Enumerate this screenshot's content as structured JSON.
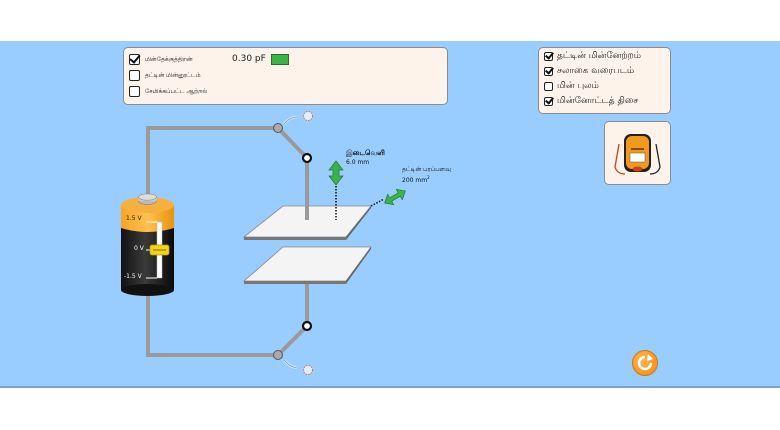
{
  "left_panel": {
    "items": [
      {
        "label": "மின்தேக்குத்திறன்",
        "checked": true,
        "value": "0.30 pF"
      },
      {
        "label": "தட்டின் மின்னூட்டம்",
        "checked": false
      },
      {
        "label": "சேமிக்கப்பட்ட ஆற்றல்",
        "checked": false
      }
    ],
    "capacitance_color": "#3cb34a"
  },
  "right_panel": {
    "items": [
      {
        "label": "தட்டின் மின்னேற்றம்",
        "checked": true
      },
      {
        "label": "சலாகை வரைபடம்",
        "checked": true
      },
      {
        "label": "மின் புலம்",
        "checked": false
      },
      {
        "label": "மின்னோட்டத் திசை",
        "checked": true
      }
    ]
  },
  "battery": {
    "top_label": "1.5 V",
    "mid_label": "0 V",
    "bottom_label": "-1.5 V",
    "voltage_fraction": 0.5
  },
  "separation": {
    "label": "இடைவெளி",
    "value": "6.0 mm"
  },
  "plate_area": {
    "label": "தட்டின் பரப்பளவு",
    "value": "200 mm",
    "unit_sup": "2"
  },
  "voltmeter": {
    "icon": "voltmeter-icon"
  },
  "reset": {
    "icon": "reset-icon"
  }
}
